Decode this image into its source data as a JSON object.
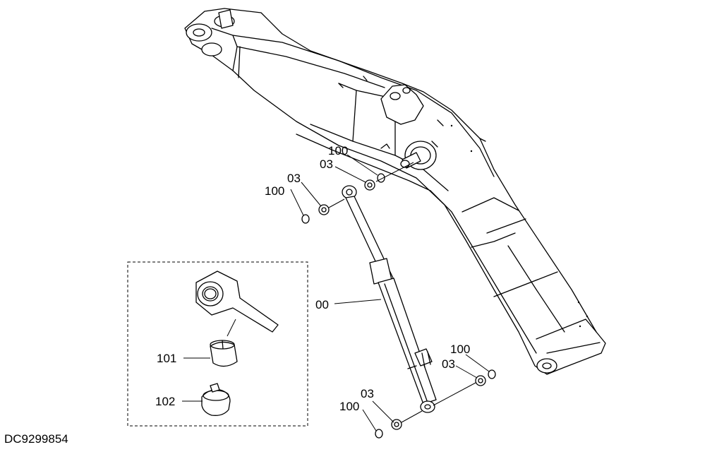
{
  "diagram": {
    "document_id": "DC9299854",
    "callouts": {
      "part_00": "00",
      "pin_03_top": "03",
      "ring_100_top": "100",
      "pin_03_left": "03",
      "ring_100_left": "100",
      "pin_03_right": "03",
      "ring_100_right": "100",
      "pin_03_bottom": "03",
      "ring_100_bottom": "100",
      "bushing_101": "101",
      "clamp_102": "102"
    }
  }
}
